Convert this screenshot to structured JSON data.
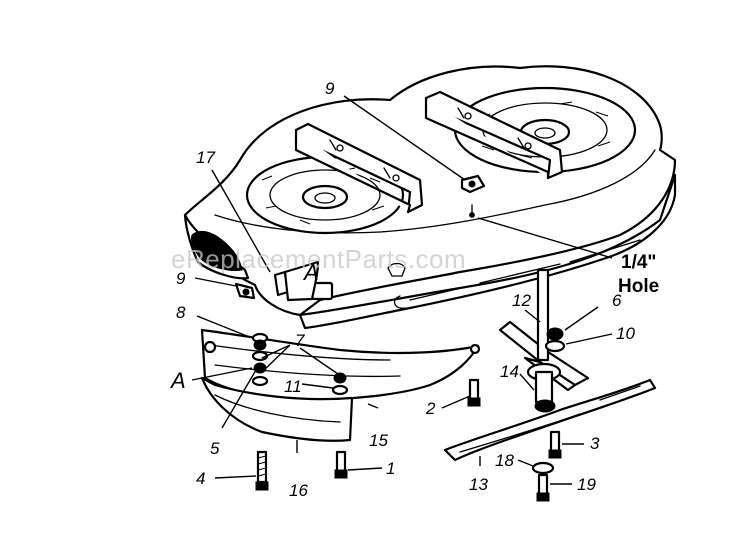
{
  "watermark": "eReplacementParts.com",
  "callouts": {
    "hole_line1": "1/4\"",
    "hole_line2": "Hole",
    "p1": "1",
    "p2": "2",
    "p3": "3",
    "p4": "4",
    "p5": "5",
    "p6": "6",
    "p7": "7",
    "p8": "8",
    "p9_top": "9",
    "p9_left": "9",
    "p10": "10",
    "p11": "11",
    "p12": "12",
    "p13": "13",
    "p14": "14",
    "p15": "15",
    "p16": "16",
    "p17": "17",
    "p18": "18",
    "p19": "19",
    "detail_a_left": "A",
    "detail_a_deck": "A"
  }
}
